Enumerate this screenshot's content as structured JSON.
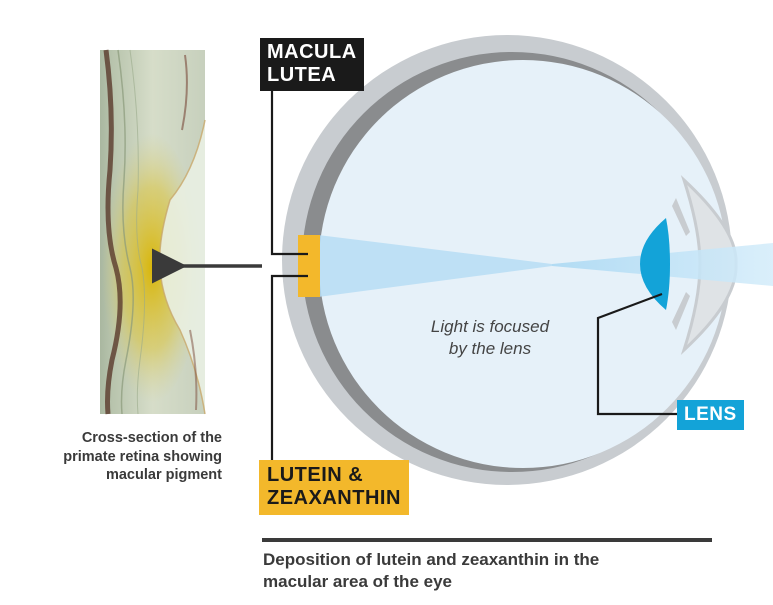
{
  "labels": {
    "macula": [
      "MACULA",
      "LUTEA"
    ],
    "lutein": [
      "LUTEIN &",
      "ZEAXANTHIN"
    ],
    "lens": "LENS"
  },
  "caption_lines": [
    "Cross-section of the",
    "primate retina showing",
    "macular pigment"
  ],
  "light_text_lines": [
    "Light is focused",
    "by the lens"
  ],
  "footer_lines": [
    "Deposition of lutein and zeaxanthin in the",
    "macular area of the eye"
  ],
  "colors": {
    "macula_box": "#1a1a1a",
    "lutein_box": "#f3b82b",
    "lens_box": "#13a3d8",
    "sclera": "#c8ccd0",
    "choroid": "#8a8c8e",
    "vitreous": "#e6f1f9",
    "light_beam": "#bfe2f6",
    "lens_blue": "#13a3d8",
    "macula_yellow": "#f3b82b"
  }
}
